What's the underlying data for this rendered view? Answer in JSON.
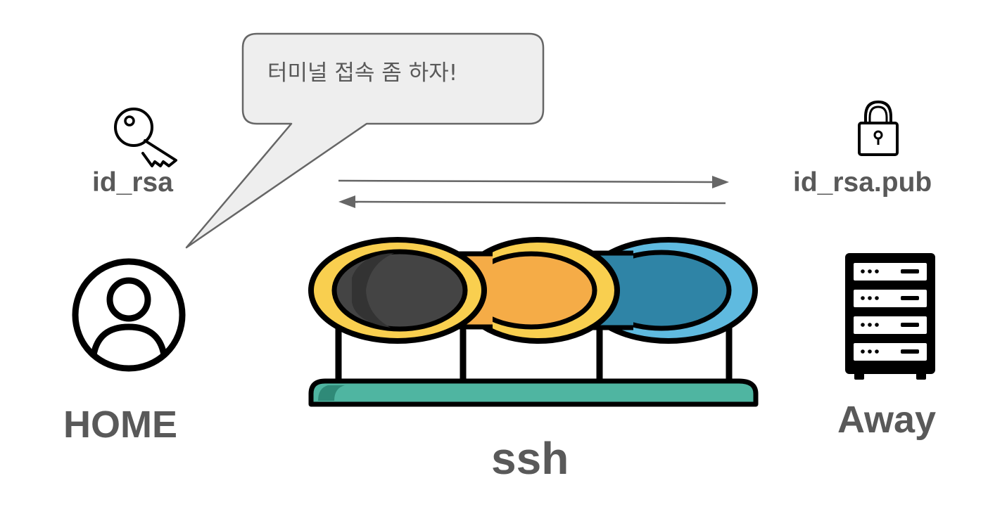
{
  "bubble": {
    "text": "터미널 접속 좀 하자!"
  },
  "home": {
    "key_label": "id_rsa",
    "label": "HOME"
  },
  "away": {
    "lock_label": "id_rsa.pub",
    "label": "Away"
  },
  "center": {
    "label": "ssh"
  },
  "colors": {
    "text": "#595959",
    "bubble_fill": "#eeeeee",
    "bubble_stroke": "#666666",
    "arrow": "#666666",
    "ring_yellow": "#f9cf4f",
    "core_dark": "#444444",
    "core_orange": "#f5ac47",
    "core_teal": "#2f84a6",
    "ring_blue": "#5fbadf",
    "base_green": "#4fb5a1",
    "icon_black": "#000000"
  },
  "icons": [
    "key-icon",
    "lock-icon",
    "user-icon",
    "server-icon",
    "pipe-icon"
  ]
}
